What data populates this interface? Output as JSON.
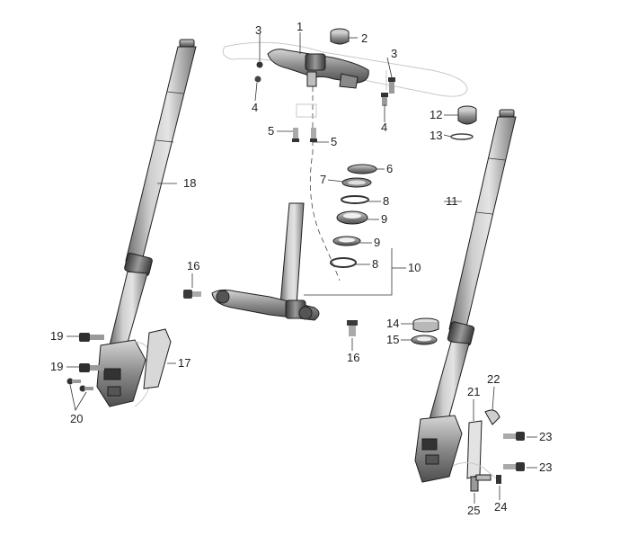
{
  "callouts": {
    "c1": "1",
    "c2": "2",
    "c3a": "3",
    "c3b": "3",
    "c4a": "4",
    "c4b": "4",
    "c5a": "5",
    "c5b": "5",
    "c6": "6",
    "c7": "7",
    "c8a": "8",
    "c8b": "8",
    "c9a": "9",
    "c9b": "9",
    "c10": "10",
    "c11": "11",
    "c12": "12",
    "c13": "13",
    "c14": "14",
    "c15": "15",
    "c16a": "16",
    "c16b": "16",
    "c17": "17",
    "c18": "18",
    "c19a": "19",
    "c19b": "19",
    "c20": "20",
    "c21": "21",
    "c22": "22",
    "c23a": "23",
    "c23b": "23",
    "c24": "24",
    "c25": "25"
  }
}
